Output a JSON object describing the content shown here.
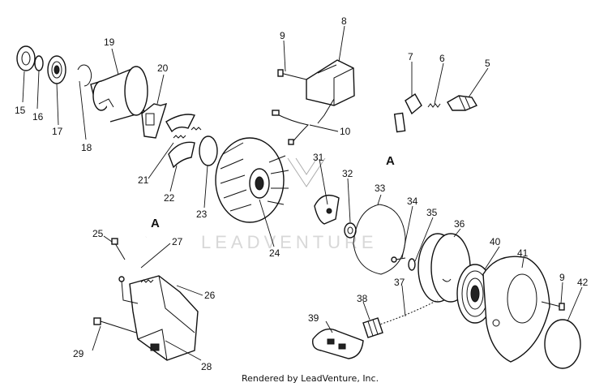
{
  "diagram": {
    "watermark": "LEADVENTURE",
    "credit": "Rendered by LeadVenture, Inc.",
    "reference_labels": [
      "A",
      "A"
    ],
    "callouts": [
      "5",
      "6",
      "7",
      "8",
      "9",
      "10",
      "15",
      "16",
      "17",
      "18",
      "19",
      "20",
      "21",
      "22",
      "23",
      "24",
      "25",
      "26",
      "27",
      "28",
      "29",
      "31",
      "32",
      "33",
      "34",
      "35",
      "36",
      "37",
      "38",
      "39",
      "40",
      "41",
      "9",
      "42"
    ]
  }
}
